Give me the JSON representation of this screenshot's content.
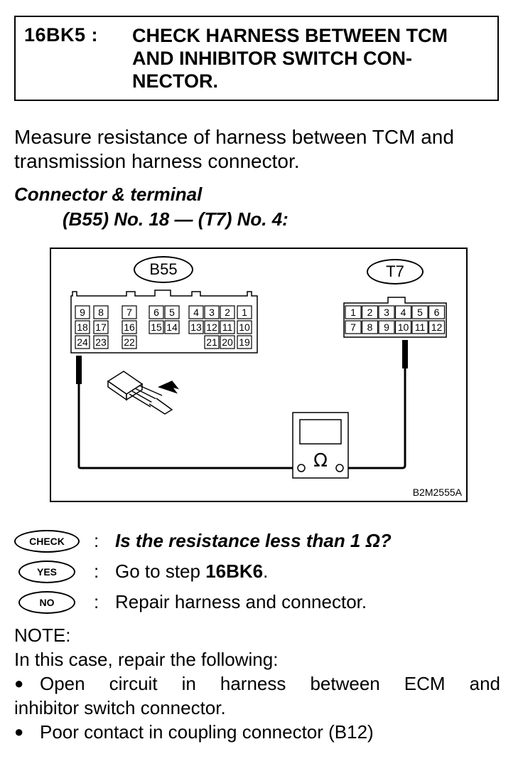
{
  "header": {
    "code": "16BK5 :",
    "title_lines": [
      "CHECK HARNESS BETWEEN TCM",
      "AND INHIBITOR SWITCH CON-",
      "NECTOR."
    ]
  },
  "intro_lines": [
    "Measure resistance of harness between TCM and",
    "transmission harness connector."
  ],
  "connector": {
    "title": "Connector & terminal",
    "spec": "(B55) No. 18 — (T7) No. 4:"
  },
  "diagram": {
    "left_label": "B55",
    "right_label": "T7",
    "meter_symbol": "Ω",
    "code": "B2M2555A",
    "b55_pins": {
      "row1": [
        "9",
        "8",
        "7",
        "6",
        "5",
        "4",
        "3",
        "2",
        "1"
      ],
      "row2": [
        "18",
        "17",
        "16",
        "15",
        "14",
        "13",
        "12",
        "11",
        "10"
      ],
      "row3": [
        "24",
        "23",
        "22",
        "21",
        "20",
        "19"
      ]
    },
    "t7_pins": {
      "row1": [
        "1",
        "2",
        "3",
        "4",
        "5",
        "6"
      ],
      "row2": [
        "7",
        "8",
        "9",
        "10",
        "11",
        "12"
      ]
    }
  },
  "checks": {
    "check_label": "CHECK",
    "check_text": "Is the resistance less than 1 Ω?",
    "yes_label": "YES",
    "yes_prefix": "Go to step ",
    "yes_step": "16BK6",
    "yes_suffix": ".",
    "no_label": "NO",
    "no_text": "Repair harness and connector."
  },
  "note": {
    "heading": "NOTE:",
    "intro": "In this case, repair the following:",
    "bullets": [
      {
        "line1": "Open circuit in harness between ECM and",
        "line2": "inhibitor switch connector."
      },
      {
        "line1": "Poor contact in coupling connector (B12)"
      }
    ],
    "bullet_symbol": "●"
  }
}
